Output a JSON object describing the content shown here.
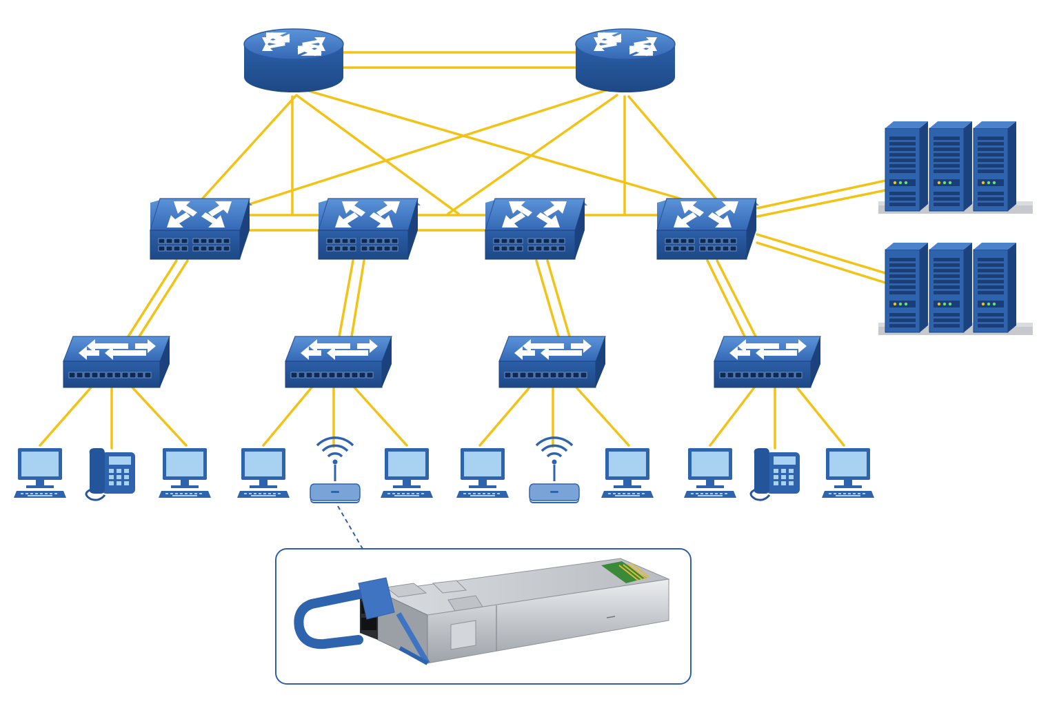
{
  "colors": {
    "link": "#f2c315",
    "device_blue": "#2e63ad",
    "device_dark": "#1f4c8f",
    "device_light": "#4a82cc",
    "screen": "#a9d1f2",
    "inset_border": "#2d5fa8",
    "rack_shelf": "#c6c9ce"
  },
  "topology": {
    "routers": [
      {
        "name": "router-1",
        "icon": "router-icon"
      },
      {
        "name": "router-2",
        "icon": "router-icon"
      }
    ],
    "distribution_switches": [
      {
        "name": "l3-switch-1",
        "icon": "multilayer-switch-icon"
      },
      {
        "name": "l3-switch-2",
        "icon": "multilayer-switch-icon"
      },
      {
        "name": "l3-switch-3",
        "icon": "multilayer-switch-icon"
      },
      {
        "name": "l3-switch-4",
        "icon": "multilayer-switch-icon"
      }
    ],
    "access_switches": [
      {
        "name": "access-switch-1",
        "icon": "switch-icon"
      },
      {
        "name": "access-switch-2",
        "icon": "switch-icon"
      },
      {
        "name": "access-switch-3",
        "icon": "switch-icon"
      },
      {
        "name": "access-switch-4",
        "icon": "switch-icon"
      }
    ],
    "server_racks": [
      {
        "name": "server-rack-1",
        "icon": "server-rack-icon"
      },
      {
        "name": "server-rack-2",
        "icon": "server-rack-icon"
      }
    ],
    "endpoints": [
      {
        "name": "pc",
        "icon": "computer-icon"
      },
      {
        "name": "ip-phone",
        "icon": "ip-phone-icon"
      },
      {
        "name": "pc",
        "icon": "computer-icon"
      },
      {
        "name": "pc",
        "icon": "computer-icon"
      },
      {
        "name": "wireless-ap",
        "icon": "wireless-access-point-icon"
      },
      {
        "name": "pc",
        "icon": "computer-icon"
      },
      {
        "name": "pc",
        "icon": "computer-icon"
      },
      {
        "name": "wireless-ap",
        "icon": "wireless-access-point-icon"
      },
      {
        "name": "pc",
        "icon": "computer-icon"
      },
      {
        "name": "pc",
        "icon": "computer-icon"
      },
      {
        "name": "ip-phone",
        "icon": "ip-phone-icon"
      },
      {
        "name": "pc",
        "icon": "computer-icon"
      }
    ],
    "inset": {
      "name": "sfp-transceiver-callout",
      "icon": "sfp-transceiver-icon"
    }
  }
}
